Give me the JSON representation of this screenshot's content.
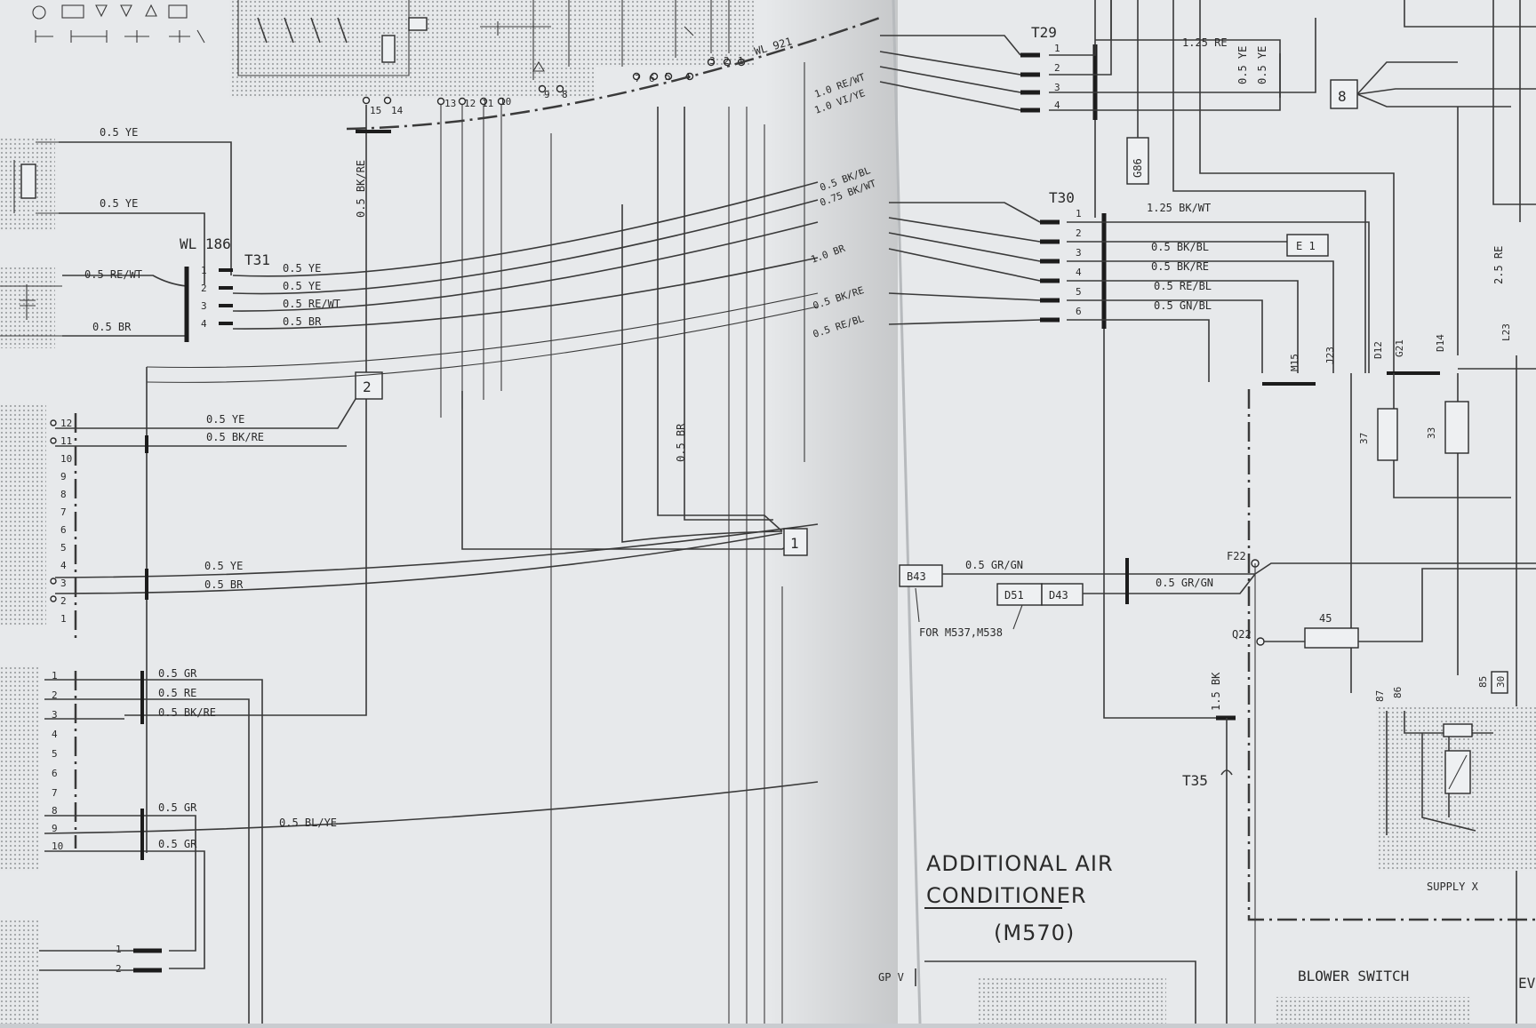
{
  "colors": {
    "paper": "#e9ebed",
    "ink": "#2f2f2f",
    "shadow": "#c9ccd0"
  },
  "harness": {
    "wl186": "WL 186",
    "wl921": "WL 921",
    "conn_t29": "T29",
    "conn_t30": "T30",
    "conn_t31": "T31",
    "conn_t35": "T35",
    "node1": "1",
    "node2": "2",
    "node8": "8",
    "g86": "G86",
    "b43": "B43",
    "d51": "D51",
    "d43": "D43",
    "e1": "E 1"
  },
  "pins": {
    "t31": [
      "1",
      "2",
      "3",
      "4"
    ],
    "t29": [
      "1",
      "2",
      "3",
      "4"
    ],
    "t30": [
      "1",
      "2",
      "3",
      "4",
      "5",
      "6"
    ],
    "top_connector": [
      "15",
      "14",
      "13",
      "12",
      "11",
      "10",
      "9",
      "8",
      "7",
      "6",
      "5",
      "4",
      "3",
      "2",
      "1"
    ],
    "left_connector_a": [
      "12",
      "11",
      "10",
      "9",
      "8",
      "7",
      "6",
      "5",
      "4",
      "3",
      "2",
      "1"
    ],
    "left_connector_b": [
      "1",
      "2",
      "3",
      "4",
      "5",
      "6",
      "7",
      "8",
      "9",
      "10"
    ],
    "plug": [
      "1",
      "2"
    ],
    "relay": [
      "87",
      "86",
      "85",
      "30"
    ]
  },
  "wires": {
    "top_ye1": "0.5 YE",
    "top_ye2": "0.5 YE",
    "left_rewt": "0.5 RE/WT",
    "left_br": "0.5 BR",
    "t31_ye1": "0.5 YE",
    "t31_ye2": "0.5 YE",
    "t31_rewt": "0.5 RE/WT",
    "t31_br": "0.5 BR",
    "bkre_vertical": "0.5 BK/RE",
    "c12_ye": "0.5 YE",
    "c11_bkre": "0.5 BK/RE",
    "c4_ye": "0.5 YE",
    "c3_br": "0.5 BR",
    "b1_gr": "0.5 GR",
    "b2_re": "0.5 RE",
    "b3_bkre": "0.5 BK/RE",
    "b8_gr": "0.5 GR",
    "b9_blye": "0.5 BL/YE",
    "b10_gr": "0.5 GR",
    "mid_br": "0.5 BR",
    "fan_rewt": "1.0 RE/WT",
    "fan_viye": "1.0 VI/YE",
    "fan_bkbl": "0.5 BK/BL",
    "fan_bkwt": "0.75 BK/WT",
    "fan_br": "1.0 BR",
    "fan_bkre": "0.5 BK/RE",
    "fan_rebl": "0.5 RE/BL",
    "t29_re": "1.25 RE",
    "t29_ye1": "0.5 YE",
    "t29_ye2": "0.5 YE",
    "t30_bkwt": "1.25 BK/WT",
    "t30_bkbl": "0.5 BK/BL",
    "t30_bkre": "0.5 BK/RE",
    "t30_rebl": "0.5 RE/BL",
    "t30_gnbl": "0.5 GN/BL",
    "b43_grgn": "0.5 GR/GN",
    "d43_grgn": "0.5 GR/GN",
    "re_25": "2.5 RE",
    "bk_15": "1.5 BK"
  },
  "splices": {
    "m15": "M15",
    "j23": "J23",
    "d12": "D12",
    "g21": "G21",
    "d14": "D14",
    "l23": "L23",
    "f22": "F22",
    "q22": "Q22"
  },
  "resistors": {
    "r37": "37",
    "r33": "33",
    "r45": "45"
  },
  "notes": {
    "for_models": "FOR M537,M538",
    "title_line1": "ADDITIONAL AIR",
    "title_line2": "CONDITIONER",
    "title_code": "(M570)",
    "blower_switch": "BLOWER SWITCH",
    "supply": "SUPPLY X",
    "gpv": "GP V",
    "edge_text": "EV"
  }
}
